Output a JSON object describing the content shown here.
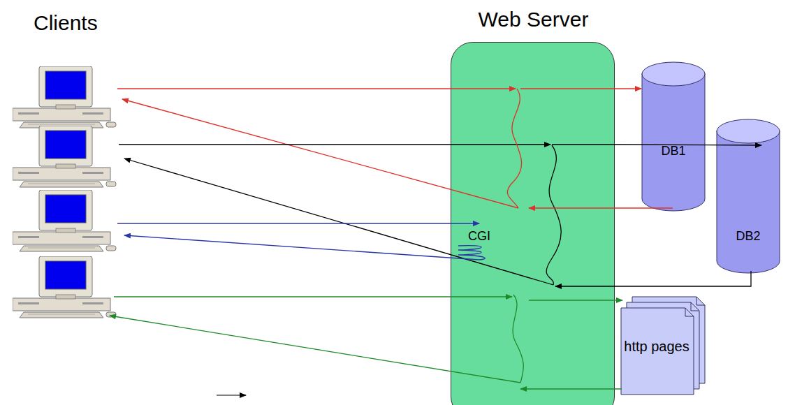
{
  "diagram": {
    "nodes": [
      {
        "text": [
          "Web Server"
        ]
      },
      {
        "text": [
          "DB1"
        ]
      },
      {
        "text": [
          "DB2"
        ]
      },
      {
        "text": [
          "http pages"
        ]
      }
    ],
    "edges": [
      {
        "from": 0,
        "to": 1,
        "arrow": "to"
      },
      {
        "from": 1,
        "to": 0,
        "arrow": "to"
      },
      {
        "from": 0,
        "to": 2,
        "arrow": "to"
      },
      {
        "from": 2,
        "to": 0,
        "arrow": "to"
      },
      {
        "from": 0,
        "to": 3,
        "arrow": "to"
      },
      {
        "from": 3,
        "to": 0,
        "arrow": "to"
      }
    ],
    "labels": [
      "Clients",
      "CGI"
    ]
  }
}
